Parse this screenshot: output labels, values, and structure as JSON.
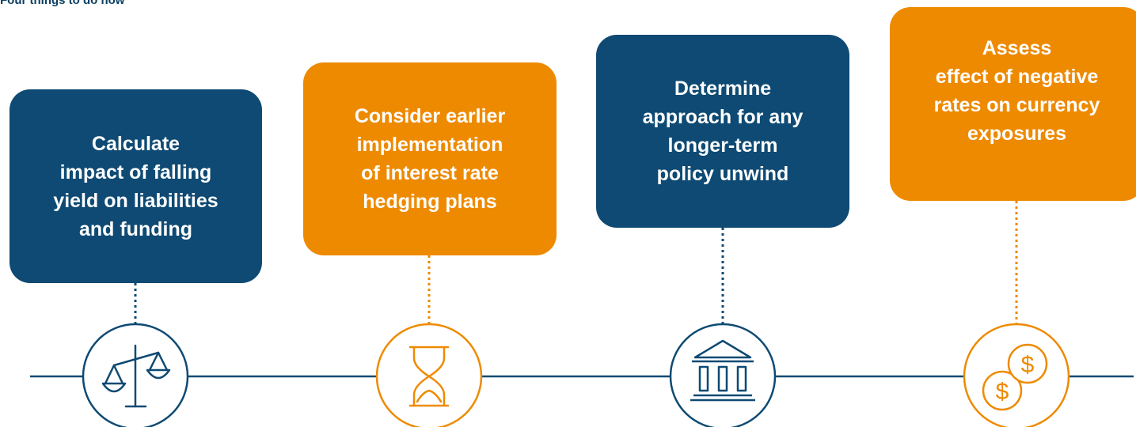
{
  "caption": "Four things to do now",
  "colors": {
    "navy": "#0e4a73",
    "orange": "#ee8a00"
  },
  "steps": [
    {
      "text": "Calculate impact of falling yield on liabilities and funding",
      "lines": [
        "Calculate",
        "impact of falling",
        "yield on liabilities",
        "and funding"
      ],
      "color": "navy",
      "icon": "scales-icon"
    },
    {
      "text": "Consider earlier implementation of interest rate hedging plans",
      "lines": [
        "Consider earlier",
        "implementation",
        "of interest rate",
        "hedging plans"
      ],
      "color": "orange",
      "icon": "hourglass-icon"
    },
    {
      "text": "Determine approach for any longer-term policy unwind",
      "lines": [
        "Determine",
        "approach for any",
        "longer-term",
        "policy unwind"
      ],
      "color": "navy",
      "icon": "bank-icon"
    },
    {
      "text": "Assess effect of negative rates on currency exposures",
      "lines": [
        "Assess",
        "effect of negative",
        "rates on currency",
        "exposures"
      ],
      "color": "orange",
      "icon": "dollar-coins-icon"
    }
  ]
}
